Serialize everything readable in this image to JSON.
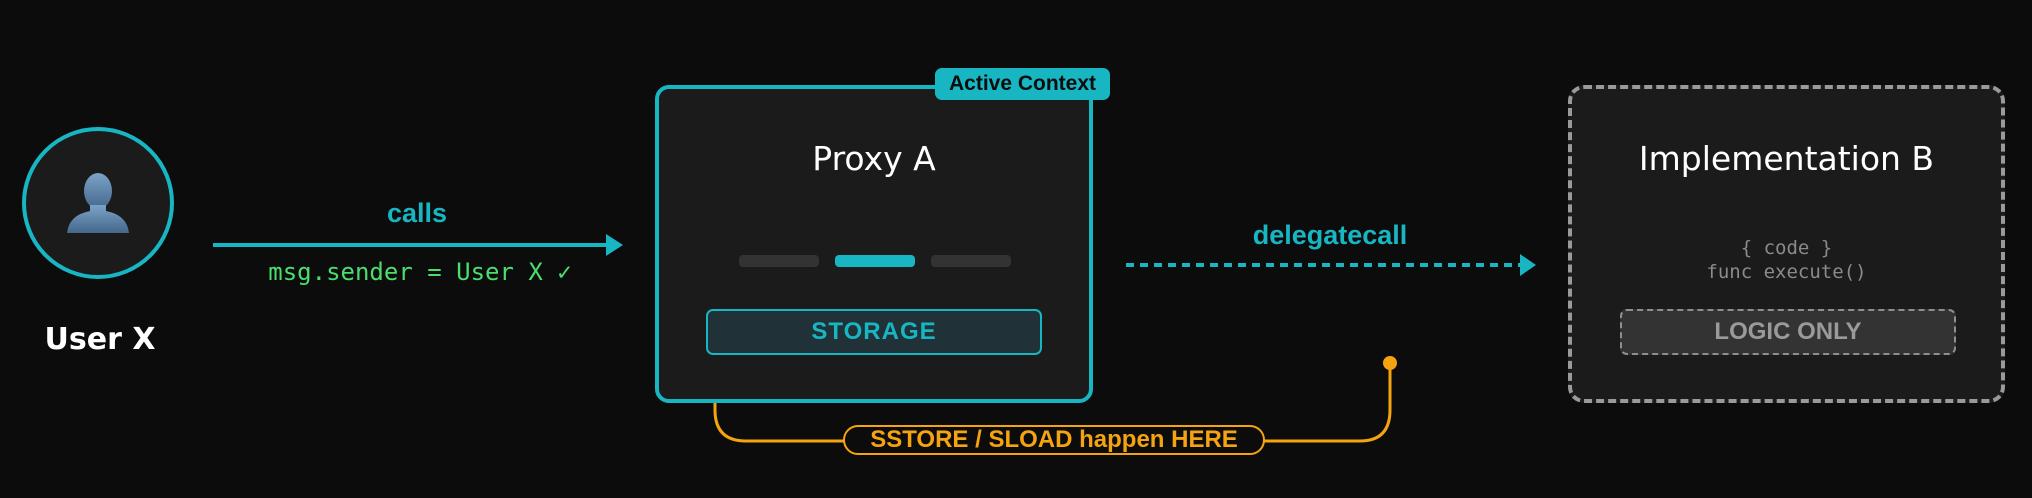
{
  "colors": {
    "background": "#0c0c0c",
    "accent": "#17b6c2",
    "success": "#4ade6c",
    "storage_highlight": "#f5a30f",
    "muted": "#9a9a9a"
  },
  "user": {
    "label": "User X",
    "icon": "user-silhouette-icon"
  },
  "calls_arrow": {
    "label": "calls",
    "note": "msg.sender = User X ✓"
  },
  "proxy": {
    "title": "Proxy A",
    "badge": "Active Context",
    "storage_label": "STORAGE",
    "bars": [
      "inactive",
      "active",
      "inactive"
    ]
  },
  "delegate_arrow": {
    "label": "delegatecall",
    "style": "dashed"
  },
  "implementation": {
    "title": "Implementation B",
    "code_line_1": "{ code }",
    "code_line_2": "func execute()",
    "logic_label": "LOGIC ONLY"
  },
  "storage_link": {
    "label": "SSTORE / SLOAD happen HERE"
  }
}
